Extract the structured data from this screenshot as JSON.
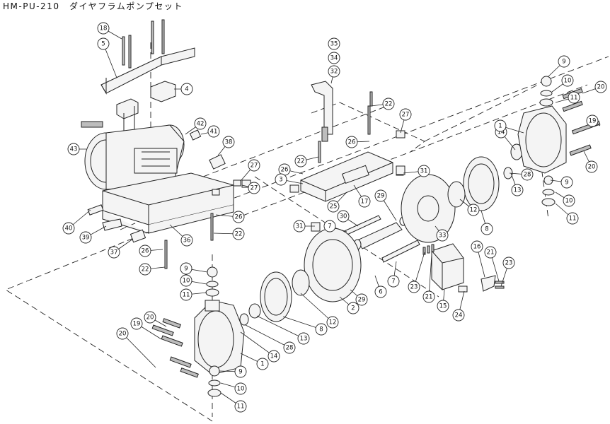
{
  "title": "HM-PU-210　ダイヤフラムポンプセット",
  "parts": [
    {
      "id": "p18a",
      "label": "18"
    },
    {
      "id": "p5",
      "label": "5"
    },
    {
      "id": "p4",
      "label": "4"
    },
    {
      "id": "p42",
      "label": "42"
    },
    {
      "id": "p41",
      "label": "41"
    },
    {
      "id": "p43",
      "label": "43"
    },
    {
      "id": "p38",
      "label": "38"
    },
    {
      "id": "p27a",
      "label": "27"
    },
    {
      "id": "p27b",
      "label": "27"
    },
    {
      "id": "p26a",
      "label": "26"
    },
    {
      "id": "p22a",
      "label": "22"
    },
    {
      "id": "p40",
      "label": "40"
    },
    {
      "id": "p39",
      "label": "39"
    },
    {
      "id": "p36",
      "label": "36"
    },
    {
      "id": "p37",
      "label": "37"
    },
    {
      "id": "p26b",
      "label": "26"
    },
    {
      "id": "p22b",
      "label": "22"
    },
    {
      "id": "p35",
      "label": "35"
    },
    {
      "id": "p34",
      "label": "34"
    },
    {
      "id": "p32",
      "label": "32"
    },
    {
      "id": "p22c",
      "label": "22"
    },
    {
      "id": "p27c",
      "label": "27"
    },
    {
      "id": "p26c",
      "label": "26"
    },
    {
      "id": "p22d",
      "label": "22"
    },
    {
      "id": "p26d",
      "label": "26"
    },
    {
      "id": "p3",
      "label": "3"
    },
    {
      "id": "p31a",
      "label": "31"
    },
    {
      "id": "p17",
      "label": "17"
    },
    {
      "id": "p25",
      "label": "25"
    },
    {
      "id": "p29a",
      "label": "29"
    },
    {
      "id": "p30",
      "label": "30"
    },
    {
      "id": "p7a",
      "label": "7"
    },
    {
      "id": "p31b",
      "label": "31"
    },
    {
      "id": "p33",
      "label": "33"
    },
    {
      "id": "p12a",
      "label": "12"
    },
    {
      "id": "p8a",
      "label": "8"
    },
    {
      "id": "p14a",
      "label": "14"
    },
    {
      "id": "p28a",
      "label": "28"
    },
    {
      "id": "p13a",
      "label": "13"
    },
    {
      "id": "p9a",
      "label": "9"
    },
    {
      "id": "p10a",
      "label": "10"
    },
    {
      "id": "p11a",
      "label": "11"
    },
    {
      "id": "p1a",
      "label": "1"
    },
    {
      "id": "p20a",
      "label": "20"
    },
    {
      "id": "p19a",
      "label": "19"
    },
    {
      "id": "p20b",
      "label": "20"
    },
    {
      "id": "p9b",
      "label": "9"
    },
    {
      "id": "p10b",
      "label": "10"
    },
    {
      "id": "p11b",
      "label": "11"
    },
    {
      "id": "p9c",
      "label": "9"
    },
    {
      "id": "p10c",
      "label": "10"
    },
    {
      "id": "p11c",
      "label": "11"
    },
    {
      "id": "p2",
      "label": "2"
    },
    {
      "id": "p29b",
      "label": "29"
    },
    {
      "id": "p6",
      "label": "6"
    },
    {
      "id": "p7b",
      "label": "7"
    },
    {
      "id": "p12b",
      "label": "12"
    },
    {
      "id": "p8b",
      "label": "8"
    },
    {
      "id": "p13b",
      "label": "13"
    },
    {
      "id": "p28b",
      "label": "28"
    },
    {
      "id": "p14b",
      "label": "14"
    },
    {
      "id": "p1b",
      "label": "1"
    },
    {
      "id": "p20c",
      "label": "20"
    },
    {
      "id": "p20d",
      "label": "20"
    },
    {
      "id": "p19b",
      "label": "19"
    },
    {
      "id": "p9d",
      "label": "9"
    },
    {
      "id": "p10d",
      "label": "10"
    },
    {
      "id": "p11d",
      "label": "11"
    },
    {
      "id": "p16",
      "label": "16"
    },
    {
      "id": "p21a",
      "label": "21"
    },
    {
      "id": "p23a",
      "label": "23"
    },
    {
      "id": "p23b",
      "label": "23"
    },
    {
      "id": "p21b",
      "label": "21"
    },
    {
      "id": "p15",
      "label": "15"
    },
    {
      "id": "p24",
      "label": "24"
    }
  ]
}
